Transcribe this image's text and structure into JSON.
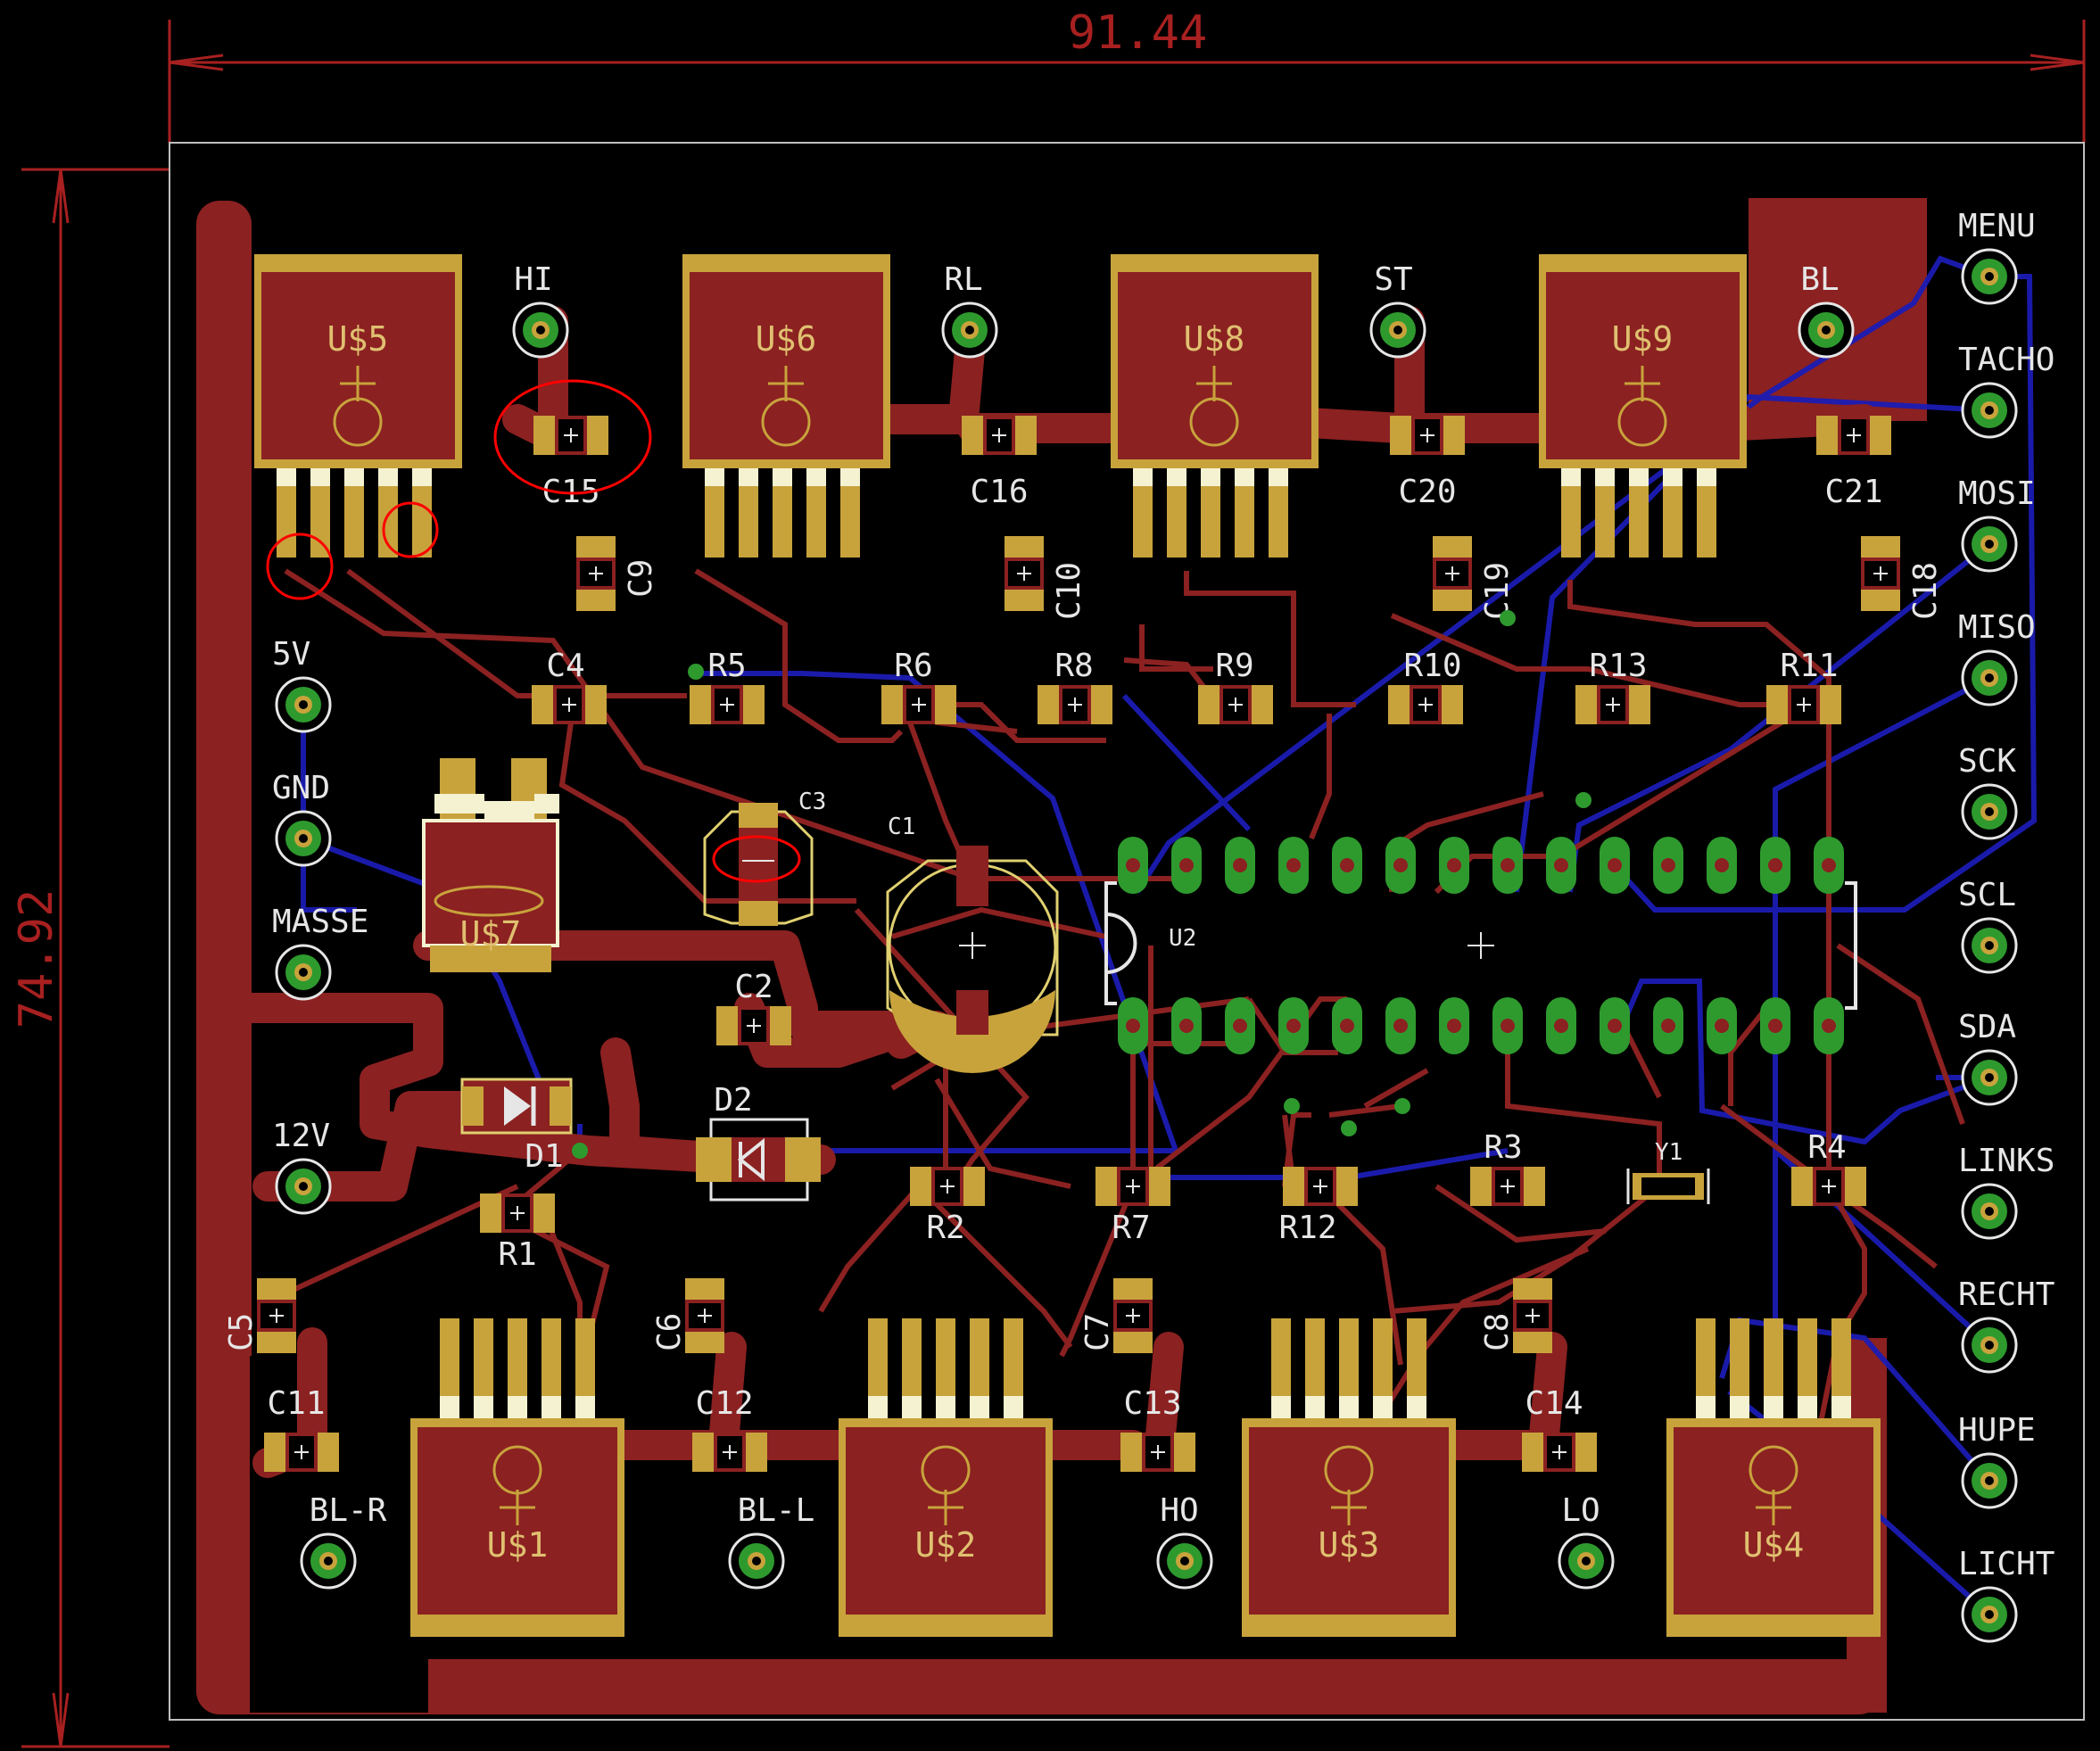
{
  "dimensions": {
    "width_label": "91.44",
    "height_label": "74.92"
  },
  "colors": {
    "copper_top": "#8b2121",
    "copper_bottom": "#1c1cb4",
    "pad": "#c8a33c",
    "via": "#2e9a2e",
    "silk": "#e6e6e6",
    "dimension": "#a82020",
    "highlight": "#ff0000"
  },
  "power_ics_top": [
    "U$5",
    "U$6",
    "U$8",
    "U$9"
  ],
  "power_ics_bottom": [
    "U$1",
    "U$2",
    "U$3",
    "U$4"
  ],
  "top_connector_labels": [
    "HI",
    "RL",
    "ST",
    "BL"
  ],
  "top_caps": [
    "C15",
    "C16",
    "C20",
    "C21"
  ],
  "top_vertical_caps": [
    "C9",
    "C10",
    "C19",
    "C18"
  ],
  "resistor_row": [
    "C4",
    "R5",
    "R6",
    "R8",
    "R9",
    "R10",
    "R13",
    "R11"
  ],
  "left_pins": [
    "5V",
    "GND",
    "MASSE",
    "12V"
  ],
  "right_pins": [
    "MENU",
    "TACHO",
    "MOSI",
    "MISO",
    "SCK",
    "SCL",
    "SDA",
    "LINKS",
    "RECHT",
    "HUPE",
    "LICHT"
  ],
  "bottom_pins": [
    "BL-R",
    "BL-L",
    "HO",
    "LO"
  ],
  "middle_parts": {
    "c3": "C3",
    "c1": "C1",
    "c2": "C2",
    "u7": "U$7",
    "d1": "D1",
    "d2": "D2",
    "u2": "U2",
    "y1": "Y1"
  },
  "lower_resistors": [
    "R1",
    "R2",
    "R7",
    "R12",
    "R3",
    "R4"
  ],
  "bottom_vertical_caps": [
    "C5",
    "C6",
    "C7",
    "C8"
  ],
  "bottom_caps": [
    "C11",
    "C12",
    "C13",
    "C14"
  ]
}
